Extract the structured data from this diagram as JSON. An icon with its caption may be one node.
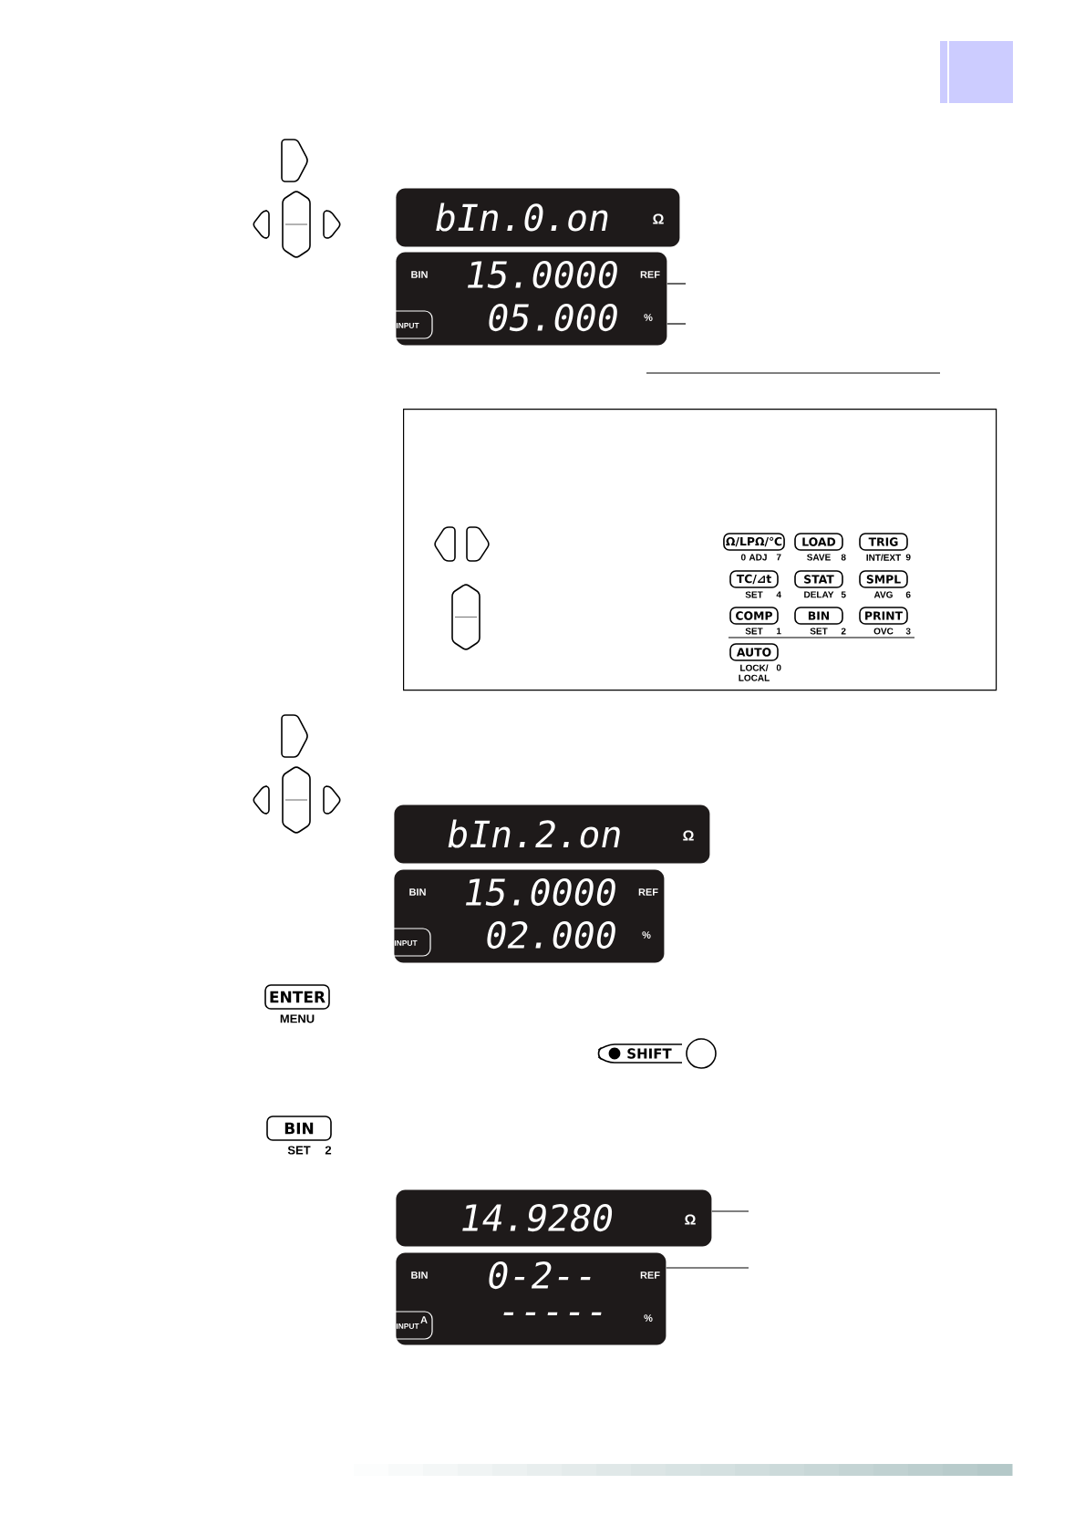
{
  "diagram": {
    "nodes": [
      {
        "text": [
          "bIn.0.on",
          "Ω"
        ]
      },
      {
        "text": [
          "BIN",
          "15.0000",
          "REF",
          "INPUT",
          "05.000",
          "%"
        ]
      },
      {
        "text": [],
        "shape": "box"
      },
      {
        "text": [
          "Ω/LPΩ/℃"
        ],
        "in": 2,
        "beside": [
          "0 ADJ",
          "7"
        ]
      },
      {
        "text": [
          "LOAD"
        ],
        "in": 2,
        "beside": [
          "SAVE",
          "8"
        ]
      },
      {
        "text": [
          "TRIG"
        ],
        "in": 2,
        "beside": [
          "INT/EXT",
          "9"
        ]
      },
      {
        "text": [
          "TC/⊿t"
        ],
        "in": 2,
        "beside": [
          "SET",
          "4"
        ]
      },
      {
        "text": [
          "STAT"
        ],
        "in": 2,
        "beside": [
          "DELAY",
          "5"
        ]
      },
      {
        "text": [
          "SMPL"
        ],
        "in": 2,
        "beside": [
          "AVG",
          "6"
        ]
      },
      {
        "text": [
          "COMP"
        ],
        "in": 2,
        "beside": [
          "SET",
          "1"
        ]
      },
      {
        "text": [
          "BIN"
        ],
        "in": 2,
        "beside": [
          "SET",
          "2"
        ]
      },
      {
        "text": [
          "PRINT"
        ],
        "in": 2,
        "beside": [
          "OVC",
          "3"
        ]
      },
      {
        "text": [
          "AUTO"
        ],
        "in": 2,
        "beside": [
          "LOCK/ LOCAL",
          "0"
        ]
      },
      {
        "text": [
          "bIn.2.on",
          "Ω"
        ]
      },
      {
        "text": [
          "BIN",
          "15.0000",
          "REF",
          "INPUT",
          "02.000",
          "%"
        ]
      },
      {
        "text": [
          "ENTER"
        ],
        "beside": [
          "MENU"
        ]
      },
      {
        "text": [
          "SHIFT"
        ]
      },
      {
        "text": [],
        "shape": "circle"
      },
      {
        "text": [
          "BIN"
        ],
        "beside": [
          "SET",
          "2"
        ]
      },
      {
        "text": [
          "14.9280",
          "Ω"
        ]
      },
      {
        "text": [
          "BIN",
          "0-2--",
          "REF",
          "INPUT",
          "A",
          "-----",
          "%"
        ]
      }
    ],
    "edges": [
      {
        "from": 1,
        "to": null,
        "arrow": "none"
      },
      {
        "from": 1,
        "to": null,
        "arrow": "none"
      },
      {
        "from": 19,
        "to": null,
        "arrow": "none"
      },
      {
        "from": 20,
        "to": null,
        "arrow": "none"
      }
    ]
  }
}
